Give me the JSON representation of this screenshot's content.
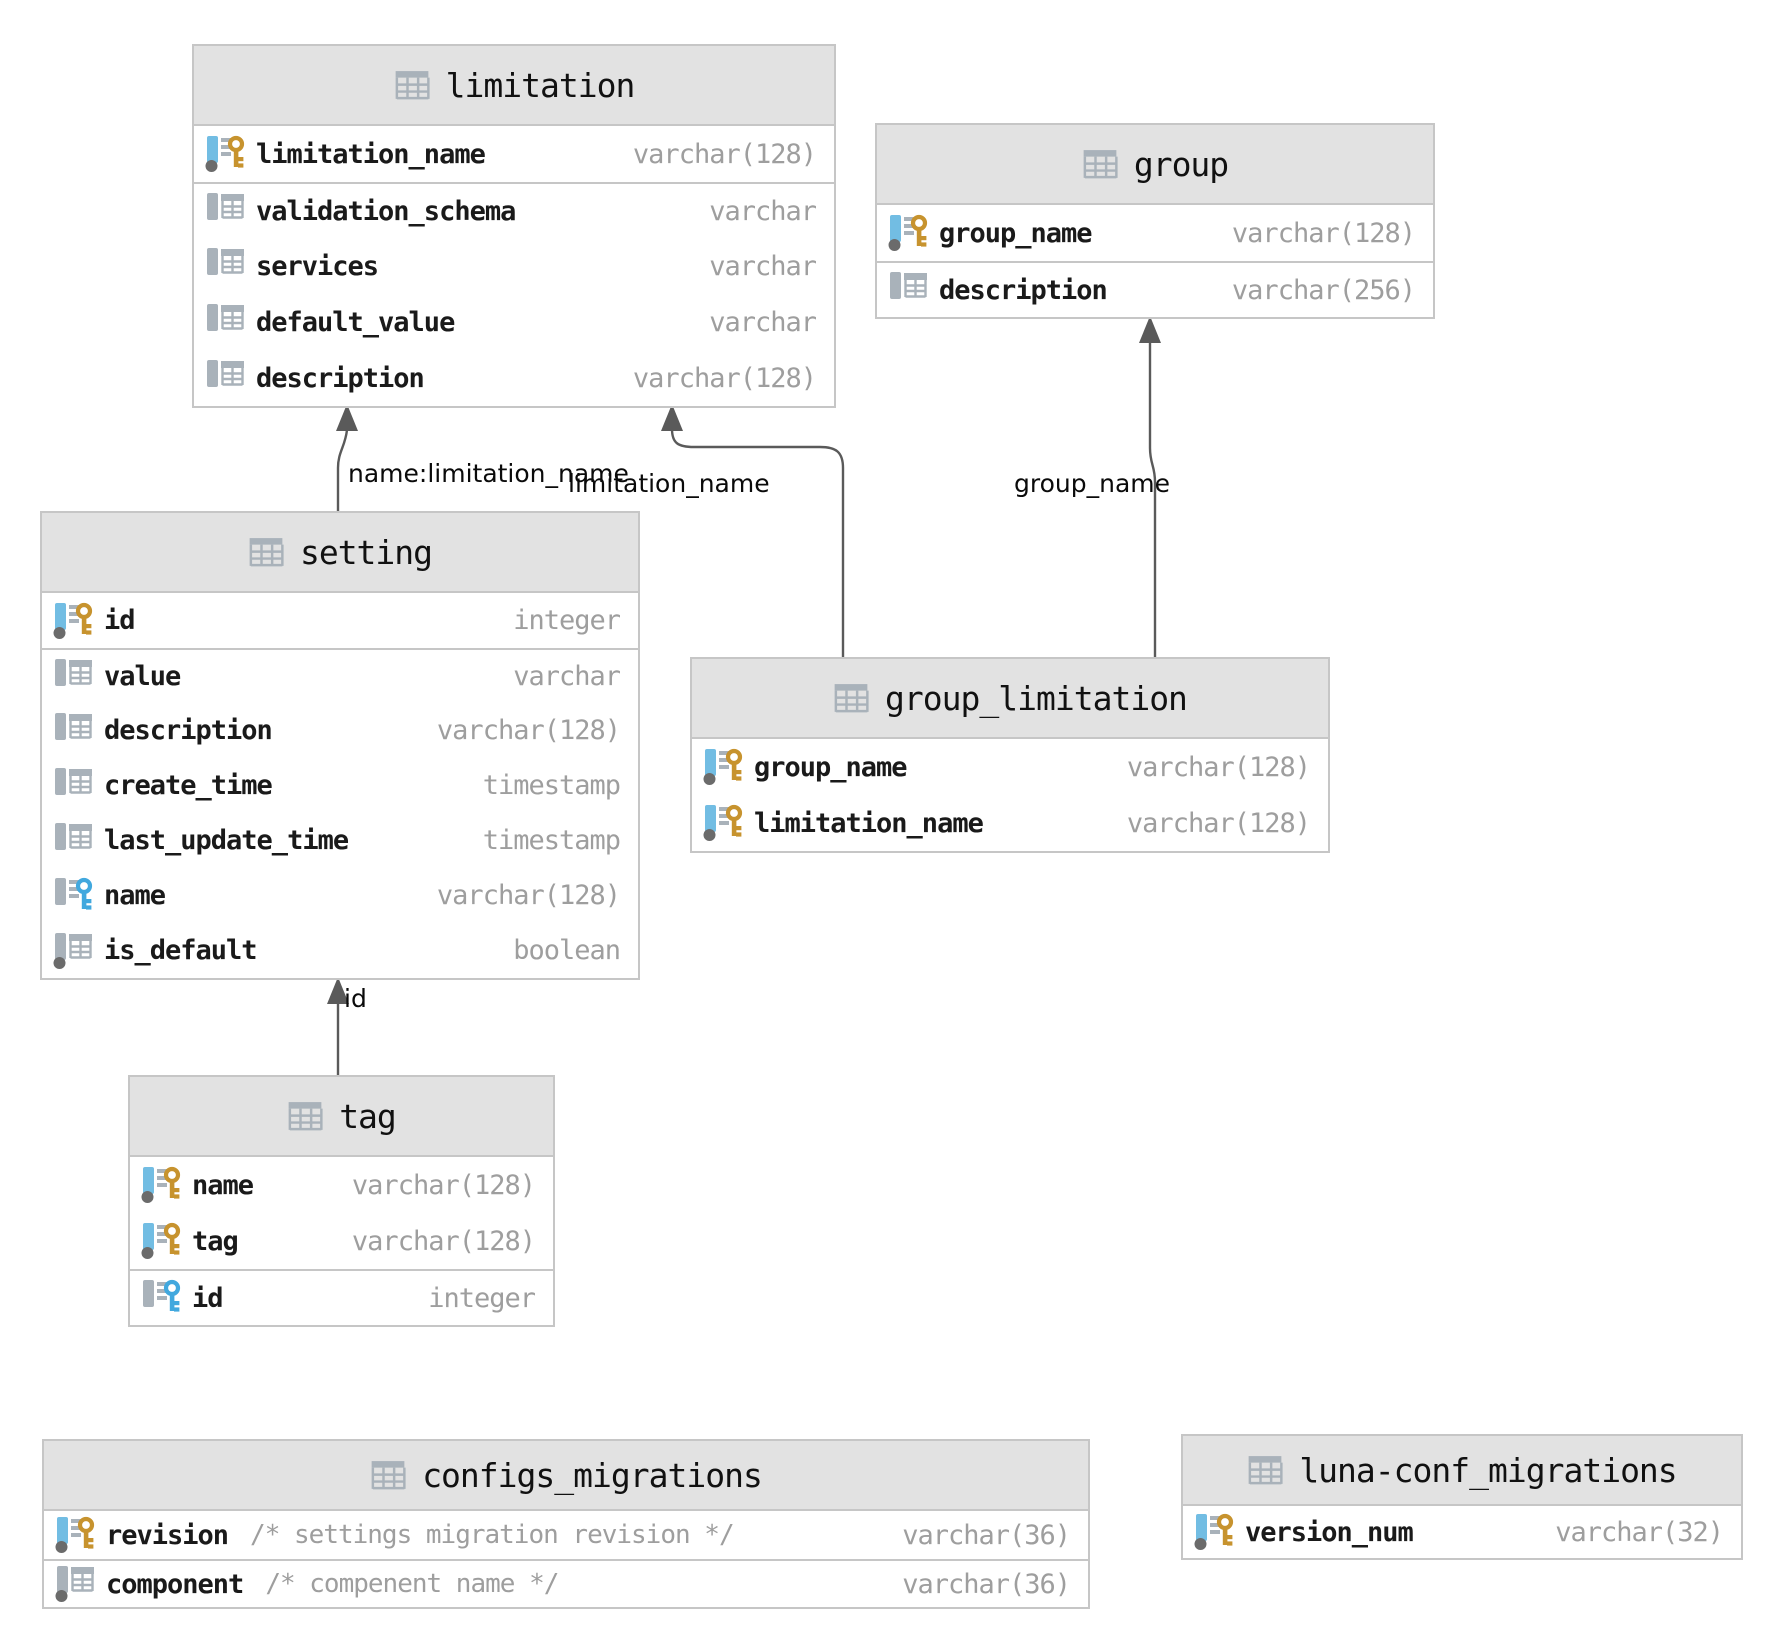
{
  "tables": [
    {
      "title": "limitation",
      "columns": [
        {
          "name": "limitation_name",
          "type": "varchar(128)",
          "icon": "pk",
          "section": "pk"
        },
        {
          "name": "validation_schema",
          "type": "varchar",
          "icon": "col",
          "section": "body"
        },
        {
          "name": "services",
          "type": "varchar",
          "icon": "col",
          "section": "body"
        },
        {
          "name": "default_value",
          "type": "varchar",
          "icon": "col",
          "section": "body"
        },
        {
          "name": "description",
          "type": "varchar(128)",
          "icon": "col",
          "section": "body"
        }
      ]
    },
    {
      "title": "group",
      "columns": [
        {
          "name": "group_name",
          "type": "varchar(128)",
          "icon": "pk",
          "section": "pk"
        },
        {
          "name": "description",
          "type": "varchar(256)",
          "icon": "col",
          "section": "body"
        }
      ]
    },
    {
      "title": "setting",
      "columns": [
        {
          "name": "id",
          "type": "integer",
          "icon": "pk",
          "section": "pk"
        },
        {
          "name": "value",
          "type": "varchar",
          "icon": "col",
          "section": "body"
        },
        {
          "name": "description",
          "type": "varchar(128)",
          "icon": "col",
          "section": "body"
        },
        {
          "name": "create_time",
          "type": "timestamp",
          "icon": "col",
          "section": "body"
        },
        {
          "name": "last_update_time",
          "type": "timestamp",
          "icon": "col",
          "section": "body"
        },
        {
          "name": "name",
          "type": "varchar(128)",
          "icon": "fk",
          "section": "body"
        },
        {
          "name": "is_default",
          "type": "boolean",
          "icon": "colnn",
          "section": "body"
        }
      ]
    },
    {
      "title": "group_limitation",
      "columns": [
        {
          "name": "group_name",
          "type": "varchar(128)",
          "icon": "pk",
          "section": "pk"
        },
        {
          "name": "limitation_name",
          "type": "varchar(128)",
          "icon": "pk",
          "section": "pk"
        }
      ]
    },
    {
      "title": "tag",
      "columns": [
        {
          "name": "name",
          "type": "varchar(128)",
          "icon": "pk",
          "section": "pk"
        },
        {
          "name": "tag",
          "type": "varchar(128)",
          "icon": "pk",
          "section": "pk"
        },
        {
          "name": "id",
          "type": "integer",
          "icon": "fk",
          "section": "body"
        }
      ]
    },
    {
      "title": "configs_migrations",
      "columns": [
        {
          "name": "revision",
          "comment": "/* settings migration revision */",
          "type": "varchar(36)",
          "icon": "pk",
          "section": "pk"
        },
        {
          "name": "component",
          "comment": "/* compenent name */",
          "type": "varchar(36)",
          "icon": "colnn",
          "section": "body"
        }
      ]
    },
    {
      "title": "luna-conf_migrations",
      "columns": [
        {
          "name": "version_num",
          "type": "varchar(32)",
          "icon": "pk",
          "section": "pk"
        }
      ]
    }
  ],
  "edges": [
    {
      "label": "name:limitation_name",
      "from": "setting",
      "to": "limitation"
    },
    {
      "label": "limitation_name",
      "from": "group_limitation",
      "to": "limitation"
    },
    {
      "label": "group_name",
      "from": "group_limitation",
      "to": "group"
    },
    {
      "label": "id",
      "from": "tag",
      "to": "setting"
    }
  ],
  "colors": {
    "primary_key_icon": "#c7932e",
    "foreign_key_icon": "#41a8de",
    "not_null_pk_bar": "#72bde3",
    "icon_gray": "#a9b2ba",
    "not_null_dot": "#6b6b6b",
    "edge_line": "#5a5a5a",
    "header_bg": "#e2e2e2",
    "table_border": "#c6c6c6",
    "type_text": "#9e9e9e"
  }
}
